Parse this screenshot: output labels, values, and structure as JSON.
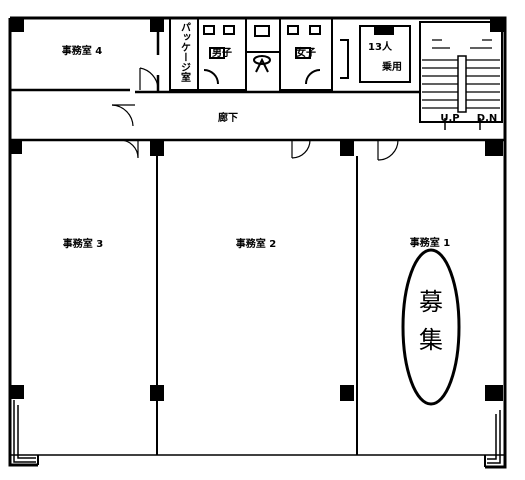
{
  "rooms": {
    "office4": "事務室 4",
    "office3": "事務室 3",
    "office2": "事務室 2",
    "office1": "事務室 1",
    "corridor": "廊下",
    "package_room": "パッケージ室",
    "mens_toilet": "男子",
    "womens_toilet": "女子"
  },
  "elevator": {
    "capacity": "13人",
    "type": "乗用"
  },
  "stairs": {
    "up": "U.P",
    "down": "D.N"
  },
  "recruit": {
    "line1": "募",
    "line2": "集"
  }
}
